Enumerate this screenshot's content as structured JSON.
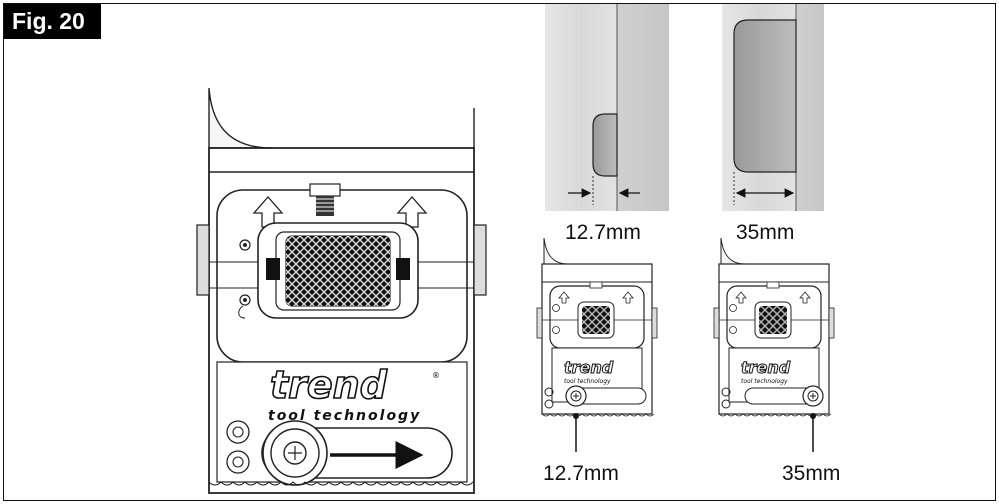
{
  "figure": {
    "label": "Fig. 20"
  },
  "photos": [
    {
      "label": "12.7mm"
    },
    {
      "label": "35mm"
    }
  ],
  "small_tools": [
    {
      "label": "12.7mm"
    },
    {
      "label": "35mm"
    }
  ],
  "brand": {
    "name": "trend",
    "subtitle": "tool technology",
    "registered": "®"
  }
}
